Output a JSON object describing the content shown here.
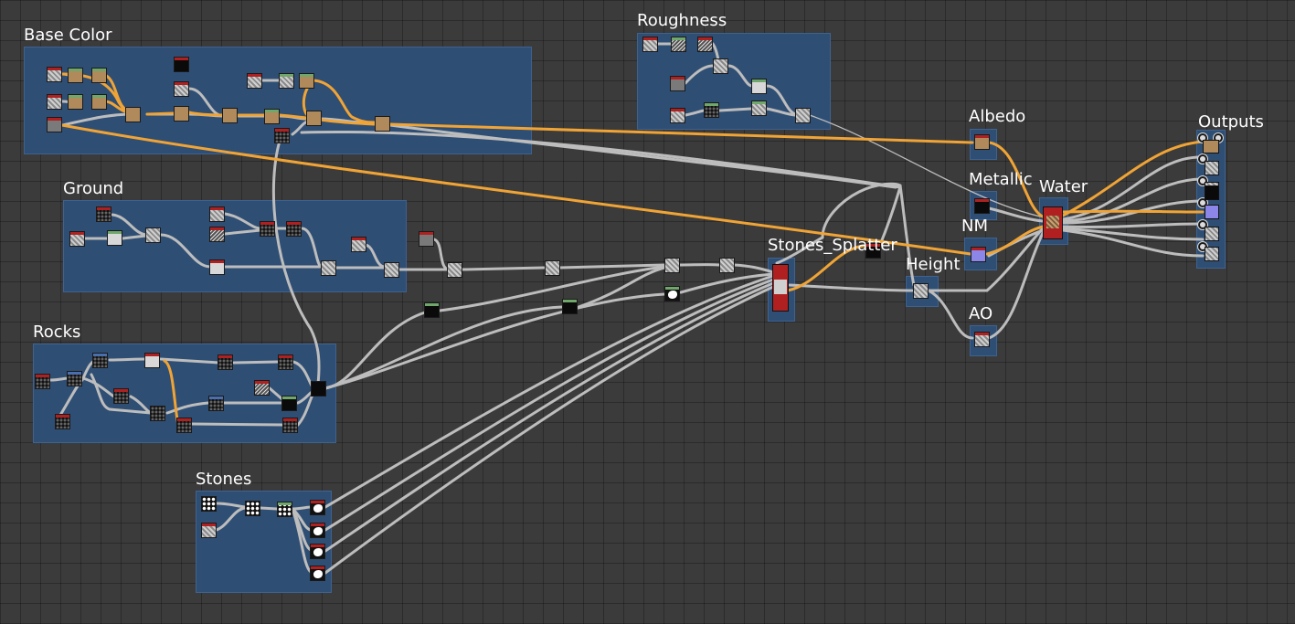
{
  "frames": {
    "base_color": "Base Color",
    "roughness": "Roughness",
    "ground": "Ground",
    "rocks": "Rocks",
    "stones": "Stones",
    "stones_splatter": "Stones_Splatter",
    "albedo": "Albedo",
    "metallic": "Metallic",
    "water": "Water",
    "nm": "NM",
    "height": "Height",
    "ao": "AO",
    "outputs": "Outputs"
  },
  "colors": {
    "background": "#3b3b3b",
    "frame_fill": "#2f4e74",
    "wire_default": "#bdbdbd",
    "wire_color": "#f0a436",
    "node_header": "#b02020"
  }
}
